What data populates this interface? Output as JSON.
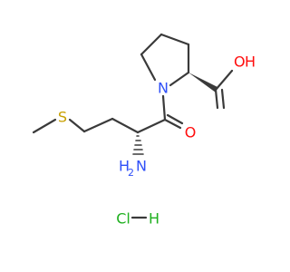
{
  "molecule": {
    "atoms": {
      "N": "N",
      "O_carbonyl": "O",
      "O_hydroxyl": "O",
      "H_hydroxyl": "H",
      "S": "S",
      "N_amine": "N",
      "H_amine": "H",
      "H_amine_sub": "2"
    },
    "salt": {
      "Cl": "Cl",
      "H": "H"
    }
  },
  "colors": {
    "bond": "#3a3a3a",
    "nitrogen": "#3050f8",
    "oxygen": "#ff0d0d",
    "sulfur": "#c8a000",
    "chlorine": "#1fb01f",
    "carbon": "#3a3a3a"
  }
}
